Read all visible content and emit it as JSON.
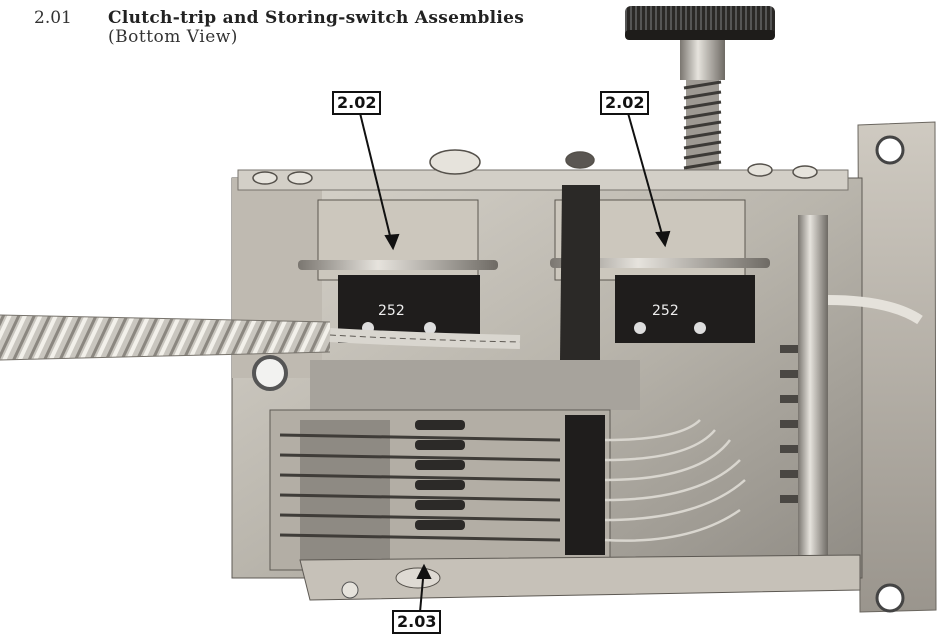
{
  "caption": {
    "number": "2.01",
    "title": "Clutch-trip and Storing-switch Assemblies",
    "subtitle": "(Bottom View)"
  },
  "figure": {
    "callouts": [
      {
        "label": "2.02"
      },
      {
        "label": "2.02"
      },
      {
        "label": "2.03"
      }
    ],
    "photo_markings": [
      "252",
      "252"
    ]
  }
}
